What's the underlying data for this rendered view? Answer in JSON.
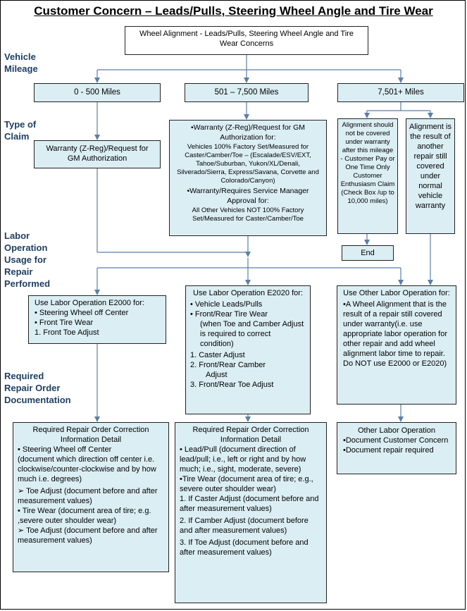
{
  "title": "Customer Concern – Leads/Pulls, Steering Wheel Angle and Tire Wear",
  "top_box": "Wheel Alignment - Leads/Pulls, Steering Wheel Angle and Tire Wear Concerns",
  "side_labels": {
    "vehicle_mileage": "Vehicle Mileage",
    "type_of_claim": "Type of Claim",
    "labor_operation": "Labor Operation Usage for Repair Performed",
    "required_doc": "Required Repair Order Documentation"
  },
  "mileage": {
    "low": "0 - 500 Miles",
    "mid": "501 – 7,500 Miles",
    "high": "7,501+ Miles"
  },
  "claims": {
    "low": "Warranty (Z-Reg)/Request for GM  Authorization",
    "mid": {
      "h1": "•Warranty (Z-Reg)/Request for GM Authorization for:",
      "d1": "Vehicles 100% Factory Set/Measured for Caster/Camber/Toe – (Escalade/ESV/EXT, Tahoe/Suburban, Yukon/XL/Denali, Silverado/Sierra, Express/Savana,  Corvette and Colorado/Canyon)",
      "h2": "•Warranty/Requires Service Manager Approval for:",
      "d2": "All Other Vehicles NOT 100% Factory Set/Measured for Caster/Camber/Toe"
    },
    "high_left": "Alignment should not be covered under warranty after this mileage - Customer Pay or  One Time Only Customer Enthusiasm Claim (Check Box /up to 10,000 miles)",
    "high_right": "Alignment is the result of another repair still covered under normal vehicle warranty",
    "end": "End"
  },
  "labor": {
    "e2000": {
      "title": "Use Labor Operation E2000 for:",
      "b1": "•  Steering Wheel off Center",
      "b2": "•  Front Tire Wear",
      "n1": "1.     Front Toe Adjust"
    },
    "e2020": {
      "title": "Use Labor Operation E2020 for:",
      "b1": "•  Vehicle Leads/Pulls",
      "b2": "•  Front/Rear Tire Wear",
      "b2_sub": "(when Toe and Camber Adjust is required to correct condition)",
      "n1": "1.     Caster Adjust",
      "n2": "2.     Front/Rear Camber",
      "n2_sub": "Adjust",
      "n3": "3.     Front/Rear Toe Adjust"
    },
    "other": {
      "title": "Use Other Labor Operation for:",
      "body": "•A Wheel Alignment that is the result of a repair still covered under warranty(i.e. use appropriate labor operation for other repair and add wheel alignment labor time to repair. Do NOT use E2000 or E2020)"
    }
  },
  "docs": {
    "left": {
      "title": "Required Repair Order Correction Information Detail",
      "i1": "•  Steering Wheel off Center",
      "i1_sub": "(document which direction off center i.e. clockwise/counter-clockwise and by how much i.e. degrees)",
      "i2": "➢    Toe Adjust (document before and after measurement values)",
      "i3": "• Tire Wear (document area of tire; e.g. ,severe outer shoulder wear)",
      "i4": "➢    Toe Adjust (document before and after measurement values)"
    },
    "mid": {
      "title": "Required Repair Order Correction Information Detail",
      "i1": "• Lead/Pull (document direction of lead/pull; i.e., left or right and by how much; i.e., sight, moderate, severe)",
      "i2": "•Tire Wear (document area of tire; e.g., severe outer shoulder wear)",
      "n1": "1.      If Caster Adjust (document before and after measurement values)",
      "n2": "2.      If Camber Adjust (document before and after measurement values)",
      "n3": "3.    If Toe Adjust (document before and after measurement values)"
    },
    "right": {
      "title": "Other Labor Operation",
      "i1": "•Document Customer Concern",
      "i2": "•Document repair required"
    }
  }
}
